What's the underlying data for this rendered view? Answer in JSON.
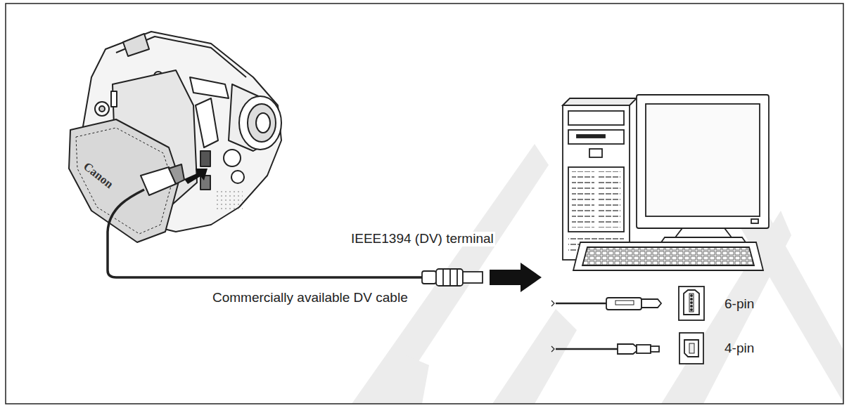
{
  "diagram": {
    "labels": [
      "Canon",
      "IEEE1394 (DV) terminal",
      "Commercially available DV cable",
      "6-pin",
      "4-pin"
    ]
  }
}
